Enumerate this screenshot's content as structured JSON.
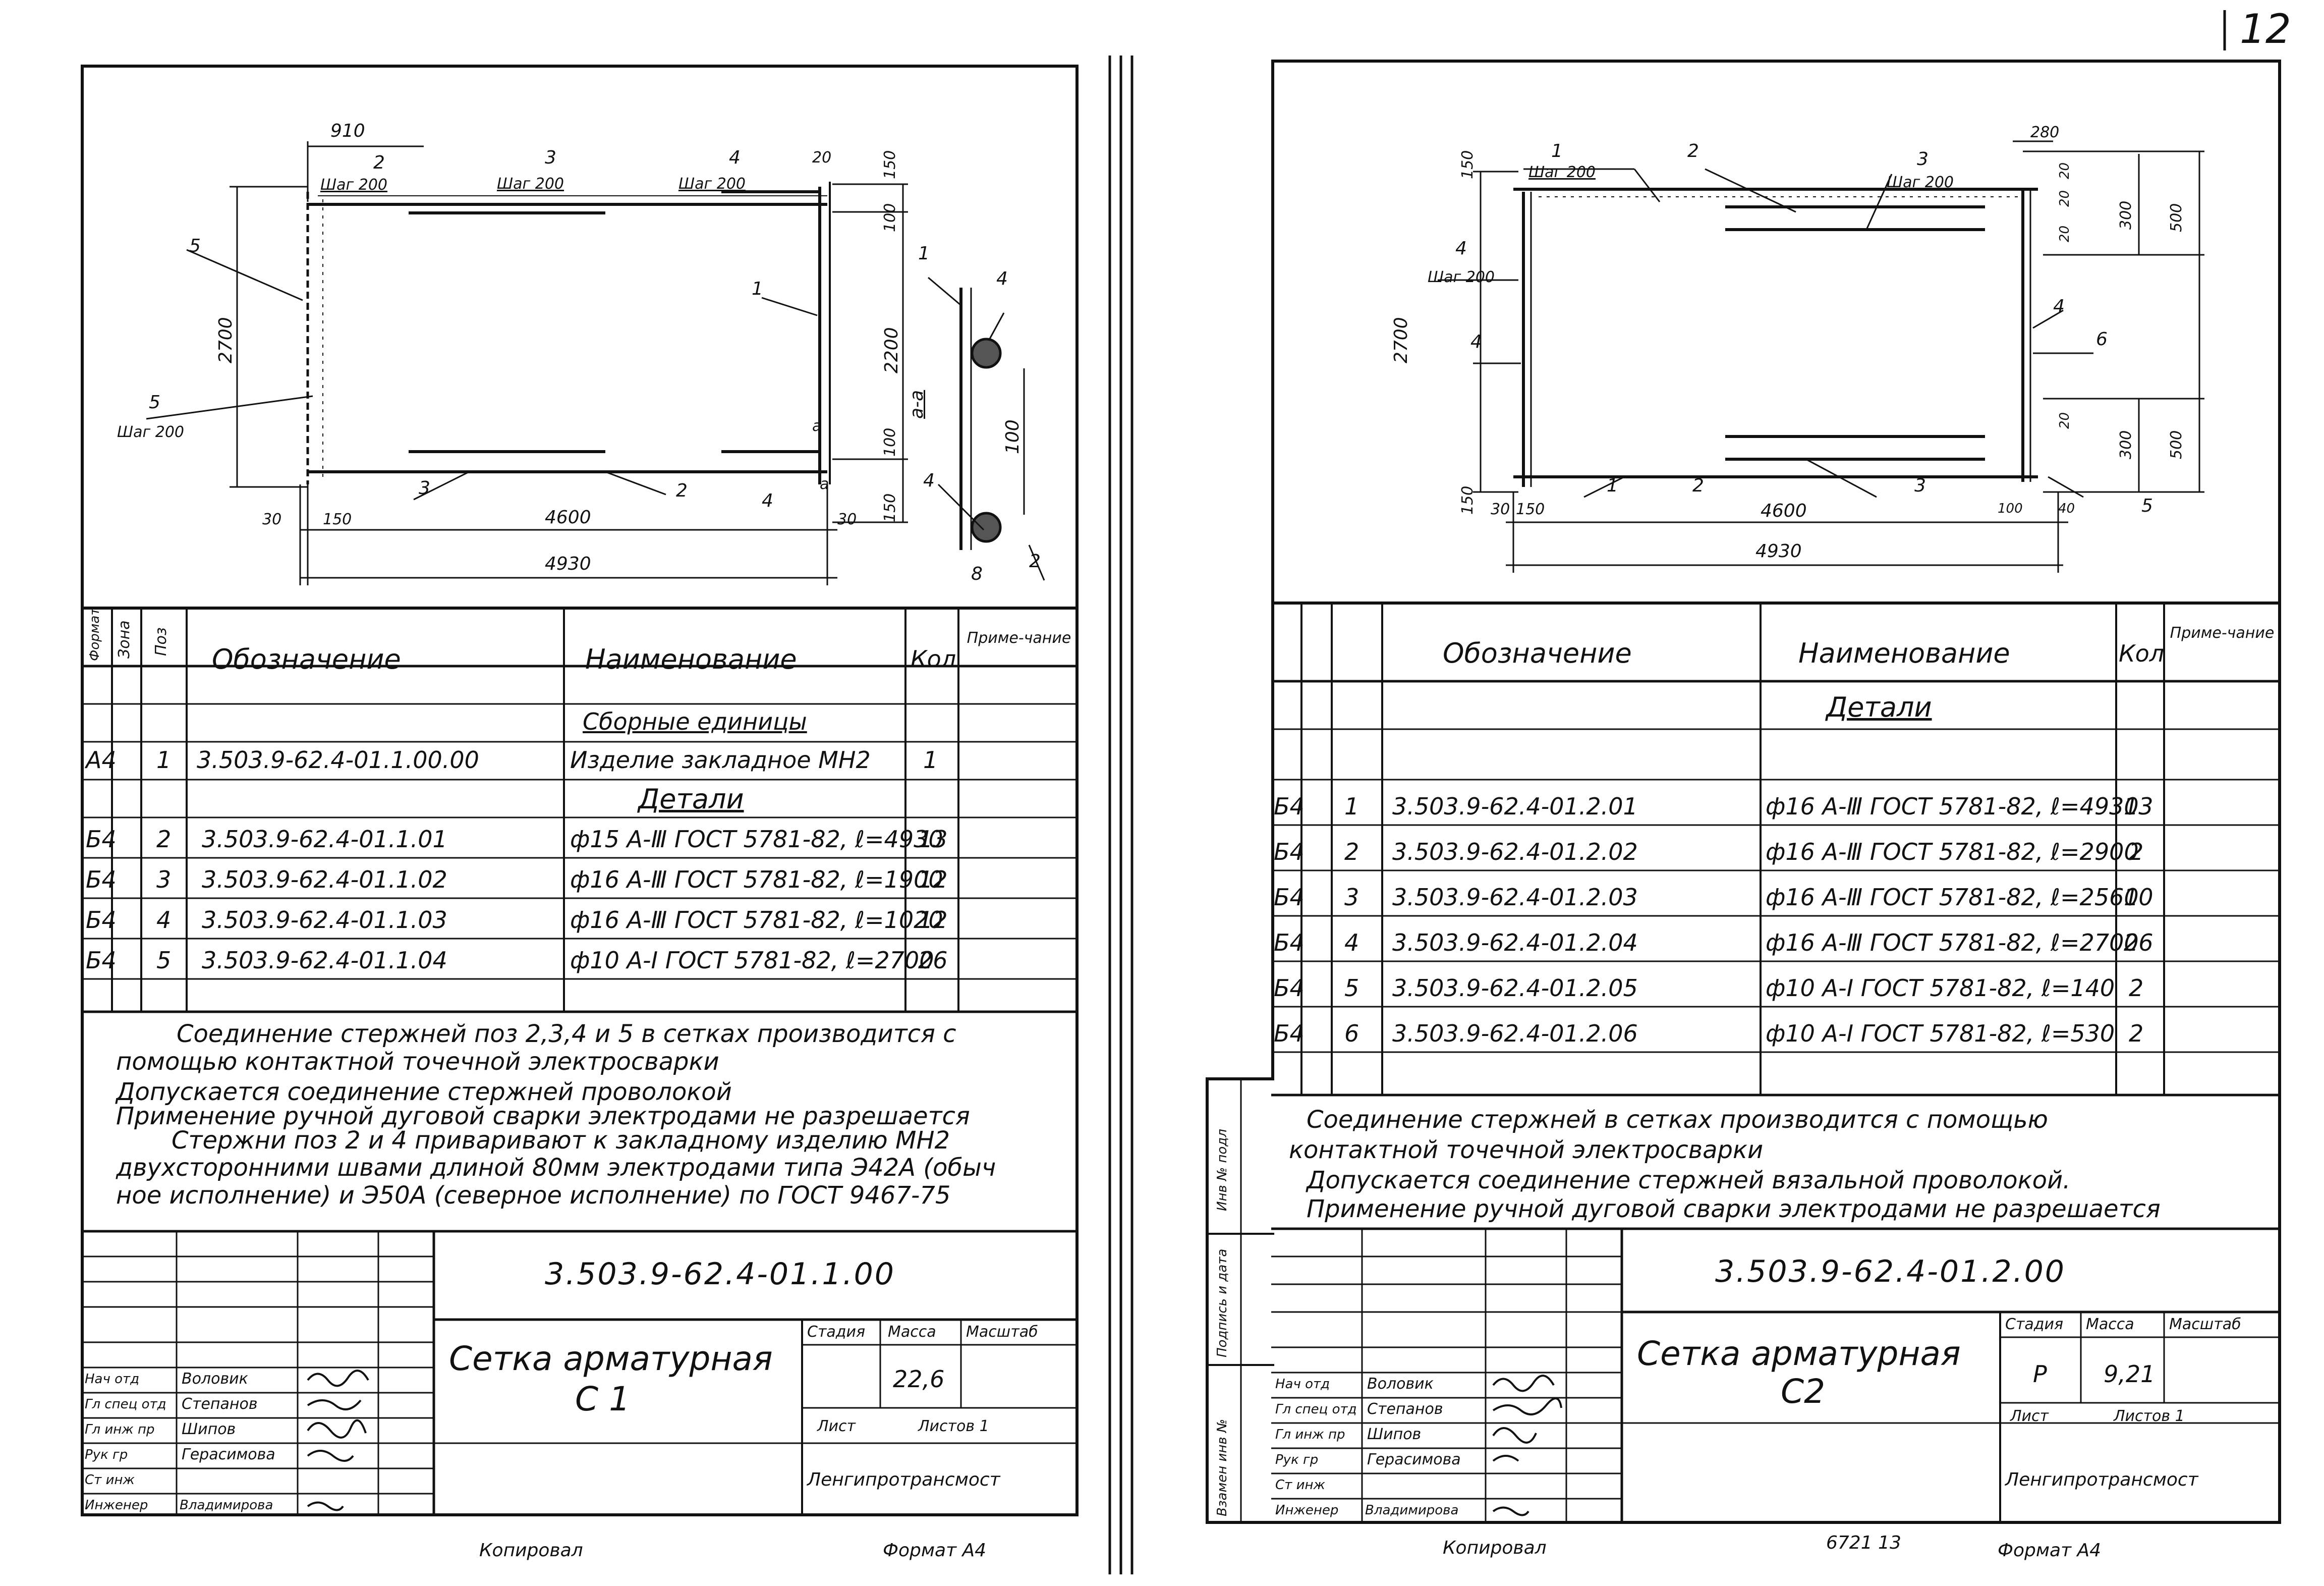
{
  "page_number": "12",
  "left": {
    "drawing": {
      "labels": {
        "d910": "910",
        "p2": "2",
        "p3": "3",
        "p4": "4",
        "step_a": "Шаг 200",
        "step_b": "Шаг 200",
        "step_c": "Шаг 200",
        "d20": "20",
        "d150a": "150",
        "d100a": "100",
        "p5": "5",
        "d2700": "2700",
        "p1": "1",
        "d2200": "2200",
        "sec": "а-а",
        "p5b": "5",
        "step_d": "Шаг 200",
        "a_mark": "а",
        "d100b": "100",
        "p3b": "3",
        "p2b": "2",
        "p4b": "4",
        "a_mark2": "а",
        "d150b": "150",
        "d30": "30",
        "d150c": "150",
        "d4600": "4600",
        "d30b": "30",
        "d4930": "4930",
        "s1": "1",
        "s4": "4",
        "s100": "100",
        "s4b": "4",
        "s8": "8",
        "s2": "2"
      }
    },
    "table": {
      "headers": [
        "Формат",
        "Зона",
        "Поз",
        "Обозначение",
        "Наименование",
        "Кол",
        "Приме-чание"
      ],
      "section_assembly": "Сборные единицы",
      "section_details": "Детали",
      "rows": [
        {
          "fmt": "А4",
          "pos": "1",
          "code": "3.503.9-62.4-01.1.00.00",
          "name": "Изделие закладное МН2",
          "qty": "1"
        },
        {
          "fmt": "Б4",
          "pos": "2",
          "code": "3.503.9-62.4-01.1.01",
          "name": "ф15 А-Ⅲ ГОСТ 5781-82, ℓ=4930",
          "qty": "13"
        },
        {
          "fmt": "Б4",
          "pos": "3",
          "code": "3.503.9-62.4-01.1.02",
          "name": "ф16 А-Ⅲ ГОСТ 5781-82, ℓ=1900",
          "qty": "12"
        },
        {
          "fmt": "Б4",
          "pos": "4",
          "code": "3.503.9-62.4-01.1.03",
          "name": "ф16 А-Ⅲ ГОСТ 5781-82, ℓ=1020",
          "qty": "12"
        },
        {
          "fmt": "Б4",
          "pos": "5",
          "code": "3.503.9-62.4-01.1.04",
          "name": "ф10 А-Ⅰ ГОСТ 5781-82, ℓ=2700",
          "qty": "26"
        }
      ]
    },
    "notes": [
      "Соединение стержней поз 2,3,4 и 5 в сетках производится с",
      "помощью контактной точечной электросварки",
      "Допускается соединение стержней проволокой",
      "Применение ручной дуговой сварки электродами не разрешается",
      "Стержни поз 2 и 4 приваривают к закладному изделию МН2",
      "двухсторонними швами длиной 80мм электродами типа Э42А (обыч",
      "ное исполнение) и Э50А (северное исполнение) по ГОСТ 9467-75"
    ],
    "title_block": {
      "doc_code": "3.503.9-62.4-01.1.00",
      "title_line1": "Сетка арматурная",
      "title_line2": "С 1",
      "col_stage": "Стадия",
      "col_mass": "Масса",
      "col_scale": "Масштаб",
      "mass": "22,6",
      "sheet": "Лист",
      "sheets": "Листов 1",
      "org": "Ленгипротрансмост",
      "roles": [
        "Нач отд",
        "Гл спец отд",
        "Гл инж пр",
        "Рук гр",
        "Ст инж",
        "Инженер"
      ],
      "names": [
        "Воловик",
        "Степанов",
        "Шипов",
        "Герасимова",
        "",
        "Владимирова"
      ]
    },
    "copied": "Копировал",
    "format": "Формат А4"
  },
  "right": {
    "drawing": {
      "labels": {
        "p1": "1",
        "p2": "2",
        "p3": "3",
        "step1": "Шаг 200",
        "step3": "Шаг 200",
        "d280": "280",
        "d150": "150",
        "d20a": "20",
        "d20b": "20",
        "d20c": "20",
        "d300": "300",
        "d500": "500",
        "p4": "4",
        "step4": "Шаг 200",
        "d2700": "2700",
        "p4b": "4",
        "p4c": "4",
        "p6": "6",
        "d500b": "500",
        "d300b": "300",
        "d20d": "20",
        "p1b": "1",
        "p2b": "2",
        "p3b": "3",
        "p5": "5",
        "d150b": "150",
        "d30": "30",
        "d150c": "150",
        "d4600": "4600",
        "d100": "100",
        "d40": "40",
        "d4930": "4930"
      }
    },
    "table": {
      "headers": [
        "Обозначение",
        "Наименование",
        "Кол",
        "Приме-чание"
      ],
      "section_details": "Детали",
      "rows": [
        {
          "fmt": "Б4",
          "pos": "1",
          "code": "3.503.9-62.4-01.2.01",
          "name": "ф16 А-Ⅲ ГОСТ 5781-82, ℓ=4930",
          "qty": "13"
        },
        {
          "fmt": "Б4",
          "pos": "2",
          "code": "3.503.9-62.4-01.2.02",
          "name": "ф16 А-Ⅲ ГОСТ 5781-82, ℓ=2900",
          "qty": "2"
        },
        {
          "fmt": "Б4",
          "pos": "3",
          "code": "3.503.9-62.4-01.2.03",
          "name": "ф16 А-Ⅲ ГОСТ 5781-82, ℓ=2560",
          "qty": "10"
        },
        {
          "fmt": "Б4",
          "pos": "4",
          "code": "3.503.9-62.4-01.2.04",
          "name": "ф16 А-Ⅲ ГОСТ 5781-82, ℓ=2700",
          "qty": "26"
        },
        {
          "fmt": "Б4",
          "pos": "5",
          "code": "3.503.9-62.4-01.2.05",
          "name": "ф10 А-Ⅰ ГОСТ 5781-82, ℓ=140",
          "qty": "2"
        },
        {
          "fmt": "Б4",
          "pos": "6",
          "code": "3.503.9-62.4-01.2.06",
          "name": "ф10 А-Ⅰ ГОСТ 5781-82, ℓ=530",
          "qty": "2"
        }
      ]
    },
    "notes": [
      "Соединение стержней в сетках производится с помощью",
      "контактной точечной электросварки",
      "Допускается соединение стержней вязальной проволокой.",
      "Применение ручной дуговой сварки электродами не разрешается"
    ],
    "side_labels": [
      "Инв № подл",
      "Подпись и дата",
      "Взамен инв №"
    ],
    "title_block": {
      "doc_code": "3.503.9-62.4-01.2.00",
      "title_line1": "Сетка арматурная",
      "title_line2": "С2",
      "col_stage": "Стадия",
      "col_mass": "Масса",
      "col_scale": "Масштаб",
      "stage": "Р",
      "mass": "9,21",
      "sheet": "Лист",
      "sheets": "Листов 1",
      "org": "Ленгипротрансмост",
      "roles": [
        "Нач отд",
        "Гл спец отд",
        "Гл инж пр",
        "Рук гр",
        "Ст инж",
        "Инженер"
      ],
      "names": [
        "Воловик",
        "Степанов",
        "Шипов",
        "Герасимова",
        "",
        "Владимирова"
      ]
    },
    "copied": "Копировал",
    "order": "6721 13",
    "format": "Формат А4"
  }
}
